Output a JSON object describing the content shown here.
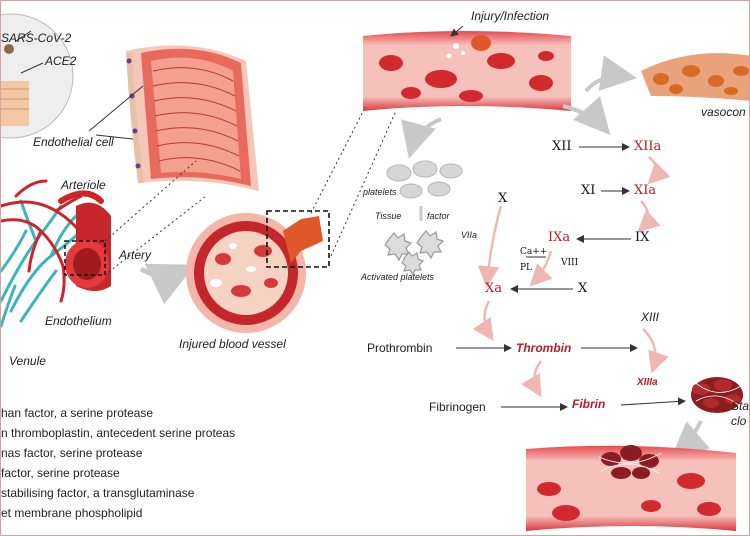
{
  "labels": {
    "sars": "SARS-CoV-2",
    "ace2": "ACE2",
    "endothelial_cell": "Endothelial cell",
    "arteriole": "Arteriole",
    "artery": "Artery",
    "endothelium": "Endothelium",
    "venule": "Venule",
    "injured_vessel": "Injured blood vessel",
    "injury": "Injury/Infection",
    "vasocon": "vasocon",
    "platelets": "platelets",
    "tissue": "Tissue",
    "factor": "factor",
    "viia": "VIIa",
    "activated_platelets": "Activated platelets",
    "ca": "Ca++",
    "pl": "PL",
    "stab_1": "Sta",
    "stab_2": "clo"
  },
  "cascade": {
    "xii": "XII",
    "xiia": "XIIa",
    "xi": "XI",
    "xia": "XIa",
    "ix": "IX",
    "ixa": "IXa",
    "viii": "VIII",
    "x_top": "X",
    "x_right": "X",
    "xa": "Xa",
    "xiii": "XIII",
    "xiiia": "XIIIa",
    "prothrombin": "Prothrombin",
    "thrombin": "Thrombin",
    "fibrinogen": "Fibrinogen",
    "fibrin": "Fibrin"
  },
  "legend": [
    "han factor, a serine protease",
    "n thromboplastin, antecedent serine proteas",
    "nas factor, serine protease",
    "factor, serine protease",
    "stabilising factor, a transglutaminase",
    "et membrane phospholipid"
  ],
  "colors": {
    "vessel_red": "#d0282c",
    "vessel_pink": "#f3a6a0",
    "cascade_red": "#b51e26",
    "vein_teal": "#3fb3b8",
    "clot_dark": "#7a1a1c"
  }
}
